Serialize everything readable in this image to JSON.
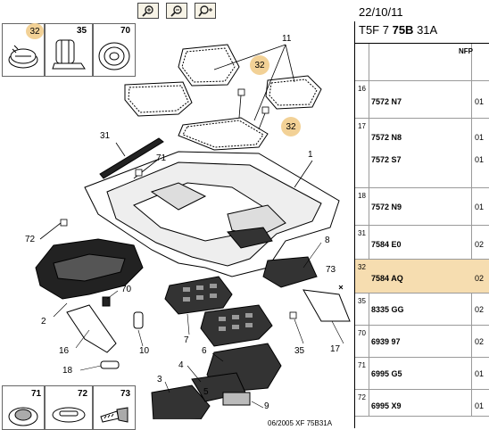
{
  "window": {
    "toolbar": {
      "zoom_in_icon": "zoom-in-icon",
      "zoom_out_icon": "zoom-out-icon",
      "zoom_fit_icon": "zoom-fit-icon"
    },
    "colors": {
      "highlight": "#f6ddb0",
      "callout": "#f2d196",
      "button_bg": "#f7f3e6"
    }
  },
  "diagram": {
    "top_thumbs": [
      {
        "num": "32"
      },
      {
        "num": "35"
      },
      {
        "num": "70"
      }
    ],
    "bottom_thumbs": [
      {
        "num": "71"
      },
      {
        "num": "72"
      },
      {
        "num": "73"
      }
    ],
    "callouts": {
      "c11": "11",
      "c32a": "32",
      "c32b": "32",
      "c31": "31",
      "c71": "71",
      "c1": "1",
      "c72": "72",
      "c8": "8",
      "c73": "73",
      "c70": "70",
      "c2": "2",
      "c16": "16",
      "c10": "10",
      "c7": "7",
      "c35": "35",
      "c17": "17",
      "c18": "18",
      "c4": "4",
      "c6": "6",
      "c3": "3",
      "c5": "5",
      "c9": "9"
    },
    "footer_ref": "06/2005   XF 75B31A"
  },
  "panel": {
    "date": "22/10/11",
    "code_prefix": "T5F 7",
    "code_bold": "75B",
    "code_suffix": "31A",
    "nfp_header": "NFP",
    "rows": [
      {
        "ref": "16",
        "part": "7572 N7",
        "nfp": "01"
      },
      {
        "ref": "17",
        "part": "7572 N8",
        "nfp": "01",
        "part2": "7572 S7",
        "nfp2": "01"
      },
      {
        "ref": "18",
        "part": "7572 N9",
        "nfp": "01"
      },
      {
        "ref": "31",
        "part": "7584 E0",
        "nfp": "02"
      },
      {
        "ref": "32",
        "part": "7584 AQ",
        "nfp": "02"
      },
      {
        "ref": "35",
        "part": "8335 GG",
        "nfp": "02"
      },
      {
        "ref": "70",
        "part": "6939 97",
        "nfp": "02"
      },
      {
        "ref": "71",
        "part": "6995 G5",
        "nfp": "01"
      },
      {
        "ref": "72",
        "part": "6995 X9",
        "nfp": "01"
      }
    ]
  }
}
